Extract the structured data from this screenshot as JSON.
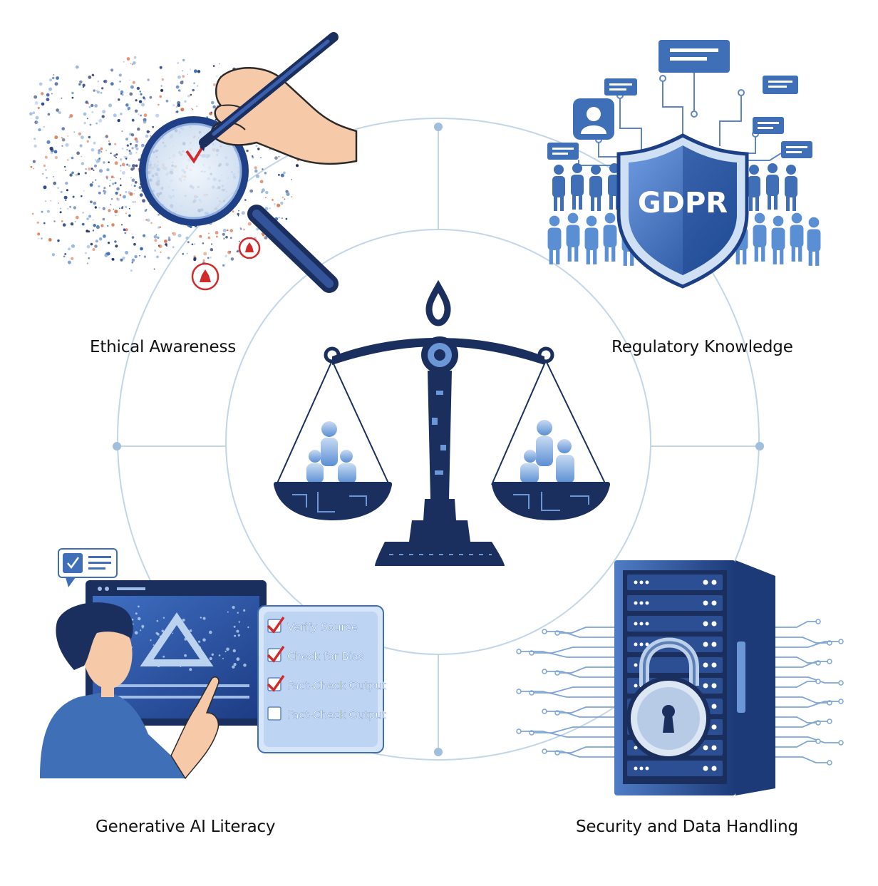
{
  "quadrants": {
    "top_left": {
      "label": "Ethical Awareness"
    },
    "top_right": {
      "label": "Regulatory Knowledge",
      "shield_text": "GDPR"
    },
    "bottom_left": {
      "label": "Generative AI Literacy",
      "checklist": [
        {
          "text": "Verify Source",
          "checked": true
        },
        {
          "text": "Check for Bias",
          "checked": true
        },
        {
          "text": "Fact-Check Output",
          "checked": true
        },
        {
          "text": "Fact-Check Output",
          "checked": false
        }
      ]
    },
    "bottom_right": {
      "label": "Security and Data Handling"
    }
  },
  "colors": {
    "navy": "#1b2f5e",
    "blue": "#3f6fb6",
    "light_blue": "#9fbde6",
    "ring": "#bcd3e6",
    "check_red": "#d12a2a",
    "text": "#111111"
  }
}
